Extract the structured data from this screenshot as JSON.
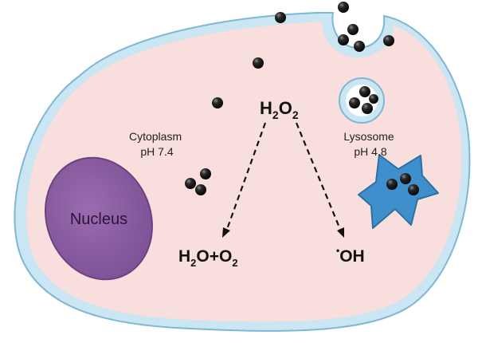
{
  "labels": {
    "h2o2": {
      "main": "H",
      "sub1": "2",
      "mid": "O",
      "sub2": "2"
    },
    "cytoplasm": {
      "line1": "Cytoplasm",
      "line2": "pH 7.4"
    },
    "lysosome": {
      "line1": "Lysosome",
      "line2": "pH 4.8"
    },
    "nucleus": "Nucleus",
    "product_left": {
      "a": "H",
      "a_sub": "2",
      "b": "O+O",
      "b_sub": "2"
    },
    "product_right": {
      "dot": "•",
      "text": "OH"
    }
  },
  "colors": {
    "cytoplasm_fill": "#f8dedd",
    "membrane": "#c9e6f2",
    "membrane_edge": "#7fb7d4",
    "nucleus_fill": "#8b5e9f",
    "nucleus_edge": "#6c4280",
    "lysosome_star": "#3f8fcc",
    "particle": "#1b1b1b",
    "arrow": "#111111"
  }
}
